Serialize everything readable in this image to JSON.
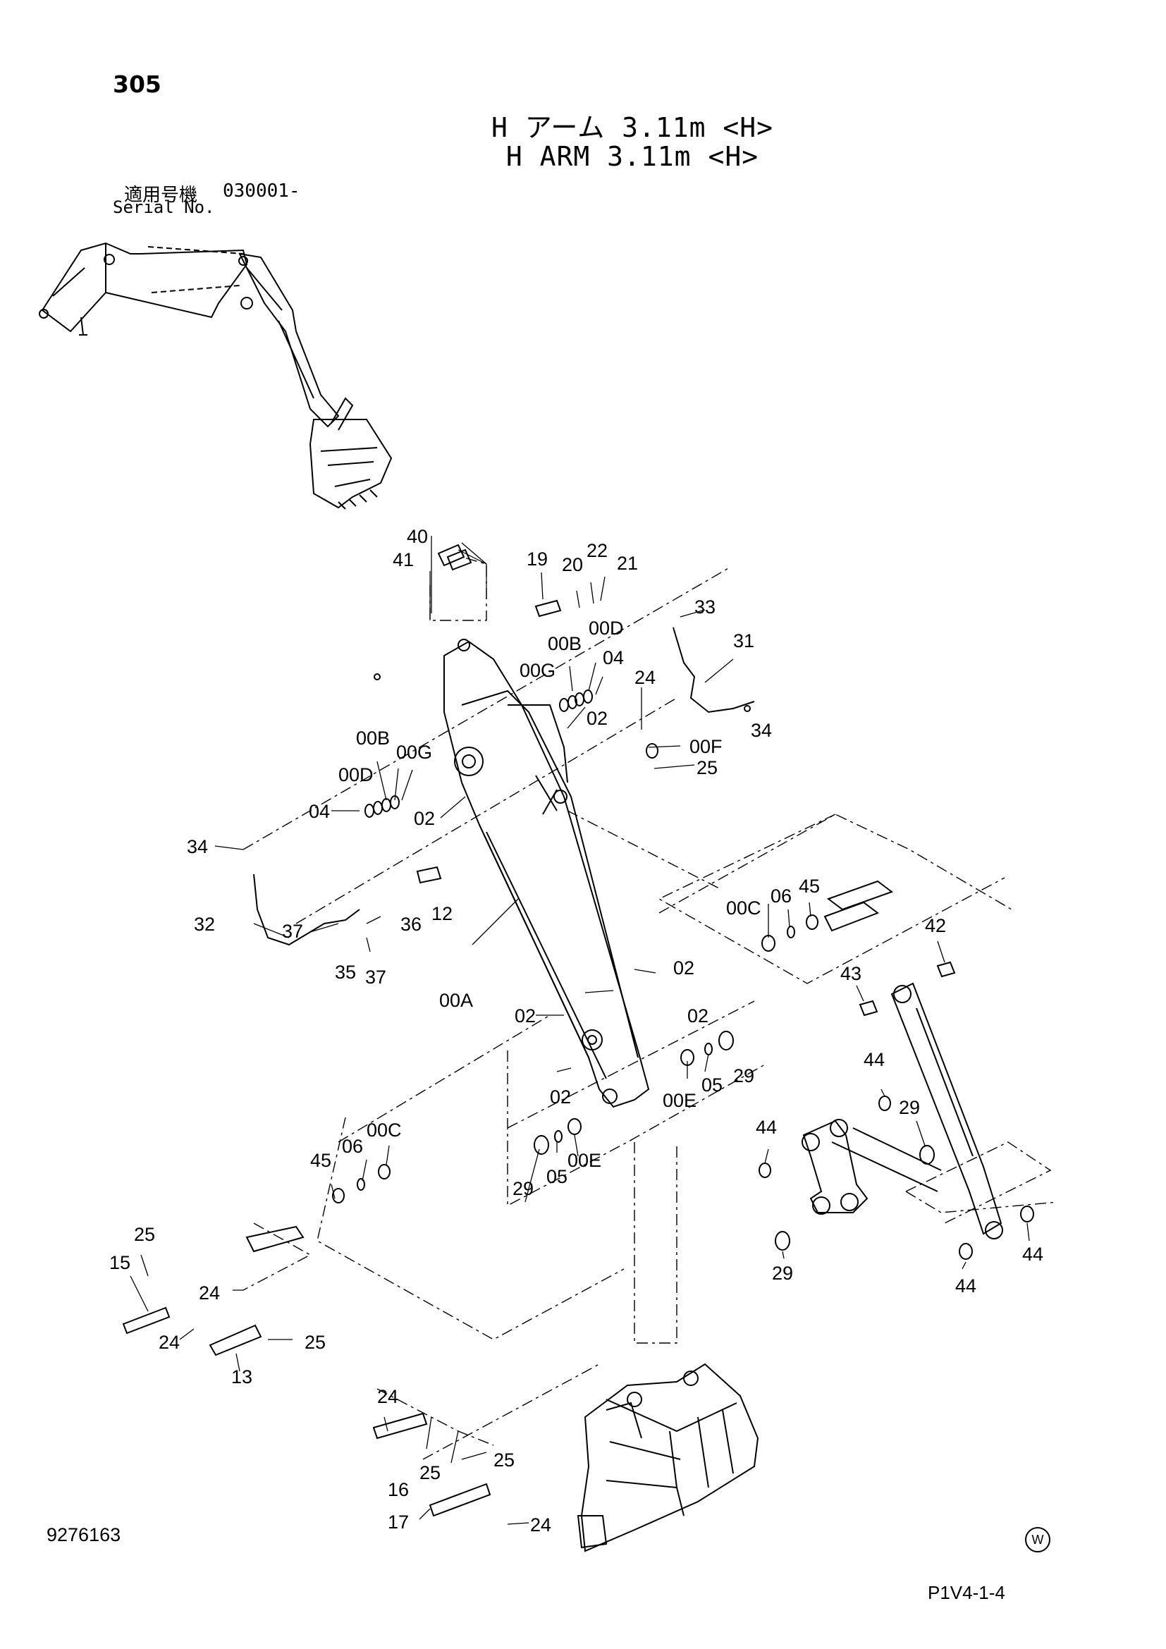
{
  "header": {
    "page_number": "305",
    "title_jp": "H アーム 3.11m <H>",
    "title_en": "H ARM 3.11m <H>",
    "serial_label_jp": "適用号機",
    "serial_label_en": "Serial No.",
    "serial_value": "030001-"
  },
  "footer": {
    "document_number": "9276163",
    "watermark_symbol": "W",
    "page_code": "P1V4-1-4"
  },
  "callouts": [
    {
      "id": "c40",
      "label": "40"
    },
    {
      "id": "c41",
      "label": "41"
    },
    {
      "id": "c19",
      "label": "19"
    },
    {
      "id": "c20",
      "label": "20"
    },
    {
      "id": "c22",
      "label": "22"
    },
    {
      "id": "c21",
      "label": "21"
    },
    {
      "id": "c33",
      "label": "33"
    },
    {
      "id": "c31",
      "label": "31"
    },
    {
      "id": "c00B-a",
      "label": "00B"
    },
    {
      "id": "c00D-a",
      "label": "00D"
    },
    {
      "id": "c00G-a",
      "label": "00G"
    },
    {
      "id": "c04-a",
      "label": "04"
    },
    {
      "id": "c24-a",
      "label": "24"
    },
    {
      "id": "c02-a",
      "label": "02"
    },
    {
      "id": "c34-a",
      "label": "34"
    },
    {
      "id": "c00F",
      "label": "00F"
    },
    {
      "id": "c25-a",
      "label": "25"
    },
    {
      "id": "c00B-b",
      "label": "00B"
    },
    {
      "id": "c00G-b",
      "label": "00G"
    },
    {
      "id": "c00D-b",
      "label": "00D"
    },
    {
      "id": "c04-b",
      "label": "04"
    },
    {
      "id": "c02-b",
      "label": "02"
    },
    {
      "id": "c34-b",
      "label": "34"
    },
    {
      "id": "c12",
      "label": "12"
    },
    {
      "id": "c32",
      "label": "32"
    },
    {
      "id": "c37-a",
      "label": "37"
    },
    {
      "id": "c36",
      "label": "36"
    },
    {
      "id": "c35",
      "label": "35"
    },
    {
      "id": "c37-b",
      "label": "37"
    },
    {
      "id": "c00A",
      "label": "00A"
    },
    {
      "id": "c00C-a",
      "label": "00C"
    },
    {
      "id": "c06-a",
      "label": "06"
    },
    {
      "id": "c45-a",
      "label": "45"
    },
    {
      "id": "c42",
      "label": "42"
    },
    {
      "id": "c02-c",
      "label": "02"
    },
    {
      "id": "c43",
      "label": "43"
    },
    {
      "id": "c02-d",
      "label": "02"
    },
    {
      "id": "c02-e",
      "label": "02"
    },
    {
      "id": "c29-a",
      "label": "29"
    },
    {
      "id": "c05-a",
      "label": "05"
    },
    {
      "id": "c00E-a",
      "label": "00E"
    },
    {
      "id": "c02-f",
      "label": "02"
    },
    {
      "id": "c44-a",
      "label": "44"
    },
    {
      "id": "c29-b",
      "label": "29"
    },
    {
      "id": "c00C-b",
      "label": "00C"
    },
    {
      "id": "c06-b",
      "label": "06"
    },
    {
      "id": "c45-b",
      "label": "45"
    },
    {
      "id": "c00E-b",
      "label": "00E"
    },
    {
      "id": "c05-b",
      "label": "05"
    },
    {
      "id": "c29-c",
      "label": "29"
    },
    {
      "id": "c44-b",
      "label": "44"
    },
    {
      "id": "c25-b",
      "label": "25"
    },
    {
      "id": "c15",
      "label": "15"
    },
    {
      "id": "c24-b",
      "label": "24"
    },
    {
      "id": "c24-c",
      "label": "24"
    },
    {
      "id": "c25-c",
      "label": "25"
    },
    {
      "id": "c13",
      "label": "13"
    },
    {
      "id": "c29-d",
      "label": "29"
    },
    {
      "id": "c44-c",
      "label": "44"
    },
    {
      "id": "c44-d",
      "label": "44"
    },
    {
      "id": "c24-d",
      "label": "24"
    },
    {
      "id": "c25-d",
      "label": "25"
    },
    {
      "id": "c25-e",
      "label": "25"
    },
    {
      "id": "c16",
      "label": "16"
    },
    {
      "id": "c17",
      "label": "17"
    },
    {
      "id": "c24-e",
      "label": "24"
    }
  ]
}
